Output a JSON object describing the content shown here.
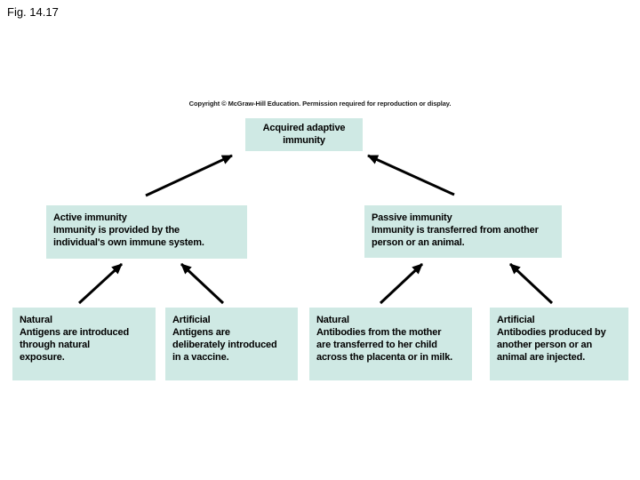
{
  "figure_label": "Fig. 14.17",
  "copyright": "Copyright © McGraw-Hill Education. Permission required for reproduction or display.",
  "colors": {
    "background": "#ffffff",
    "box_fill": "#cfe9e4",
    "arrow": "#000000"
  },
  "nodes": {
    "root": {
      "lines": [
        "Acquired adaptive",
        "immunity"
      ]
    },
    "active": {
      "lines": [
        "Active immunity",
        "Immunity is provided by the",
        "individual's own immune system."
      ]
    },
    "passive": {
      "lines": [
        "Passive immunity",
        "Immunity is transferred from another",
        "person or an animal."
      ]
    },
    "natural_active": {
      "lines": [
        "Natural",
        "Antigens are introduced",
        "through natural",
        "exposure."
      ]
    },
    "artificial_active": {
      "lines": [
        "Artificial",
        "Antigens are",
        "deliberately introduced",
        "in a vaccine."
      ]
    },
    "natural_passive": {
      "lines": [
        "Natural",
        "Antibodies from the mother",
        "are transferred to her child",
        "across the placenta or in milk."
      ]
    },
    "artificial_passive": {
      "lines": [
        "Artificial",
        "Antibodies produced by",
        "another person or an",
        "animal are injected."
      ]
    }
  }
}
